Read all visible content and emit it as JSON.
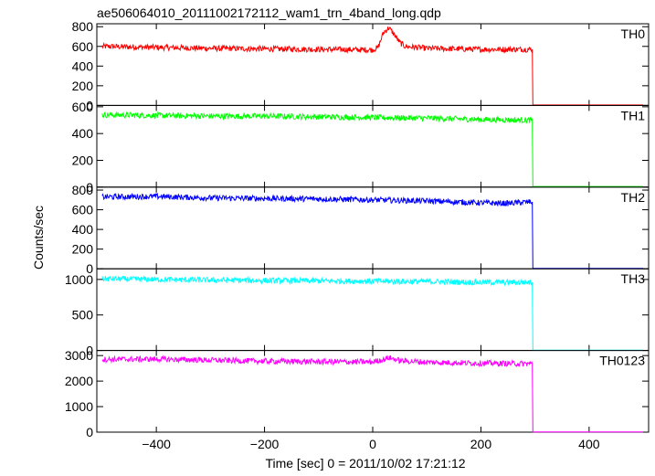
{
  "page": {
    "title": "ae506064010_20111002172112_wam1_trn_4band_long.qdp",
    "ylabel": "Counts/sec",
    "xlabel": "Time [sec] 0 = 2011/10/02 17:21:12"
  },
  "chart_data": {
    "type": "line",
    "title": "ae506064010_20111002172112_wam1_trn_4band_long.qdp",
    "xlabel": "Time [sec] 0 = 2011/10/02 17:21:12",
    "ylabel": "Counts/sec",
    "xlim": [
      -510,
      510
    ],
    "xticks": [
      -400,
      -200,
      0,
      200,
      400
    ],
    "xtick_labels": [
      "−400",
      "−200",
      "0",
      "200",
      "400"
    ],
    "drop_time": 295,
    "series": [
      {
        "name": "TH0",
        "color": "#ff0000",
        "ylim": [
          0,
          830
        ],
        "yticks": [
          0,
          200,
          400,
          600,
          800
        ],
        "x": [
          -500,
          -400,
          -300,
          -200,
          -100,
          0,
          10,
          20,
          30,
          40,
          50,
          60,
          100,
          200,
          290,
          295,
          296,
          500
        ],
        "y": [
          600,
          590,
          580,
          575,
          570,
          565,
          590,
          740,
          790,
          720,
          640,
          600,
          580,
          570,
          570,
          570,
          5,
          5
        ]
      },
      {
        "name": "TH1",
        "color": "#00ff00",
        "ylim": [
          0,
          610
        ],
        "yticks": [
          0,
          200,
          400,
          600
        ],
        "x": [
          -500,
          -400,
          -300,
          -200,
          -100,
          0,
          100,
          200,
          290,
          295,
          296,
          500
        ],
        "y": [
          540,
          535,
          530,
          530,
          525,
          520,
          515,
          505,
          500,
          500,
          5,
          5
        ]
      },
      {
        "name": "TH2",
        "color": "#0000ff",
        "ylim": [
          0,
          830
        ],
        "yticks": [
          0,
          200,
          400,
          600,
          800
        ],
        "x": [
          -500,
          -400,
          -300,
          -200,
          -100,
          0,
          100,
          200,
          250,
          290,
          295,
          296,
          500
        ],
        "y": [
          730,
          735,
          720,
          715,
          710,
          700,
          690,
          670,
          665,
          680,
          680,
          5,
          5
        ]
      },
      {
        "name": "TH3",
        "color": "#00ffff",
        "ylim": [
          0,
          1150
        ],
        "yticks": [
          0,
          500,
          1000
        ],
        "x": [
          -500,
          -400,
          -300,
          -200,
          -100,
          0,
          100,
          200,
          290,
          295,
          296,
          500
        ],
        "y": [
          1010,
          1000,
          990,
          985,
          980,
          975,
          970,
          960,
          960,
          960,
          5,
          5
        ]
      },
      {
        "name": "TH0123",
        "color": "#ff00ff",
        "ylim": [
          0,
          3200
        ],
        "yticks": [
          0,
          1000,
          2000,
          3000
        ],
        "x": [
          -500,
          -400,
          -300,
          -200,
          -100,
          0,
          20,
          30,
          50,
          100,
          200,
          290,
          295,
          296,
          500
        ],
        "y": [
          2850,
          2860,
          2820,
          2780,
          2760,
          2750,
          2850,
          2920,
          2800,
          2740,
          2700,
          2680,
          2680,
          10,
          10
        ]
      }
    ]
  }
}
